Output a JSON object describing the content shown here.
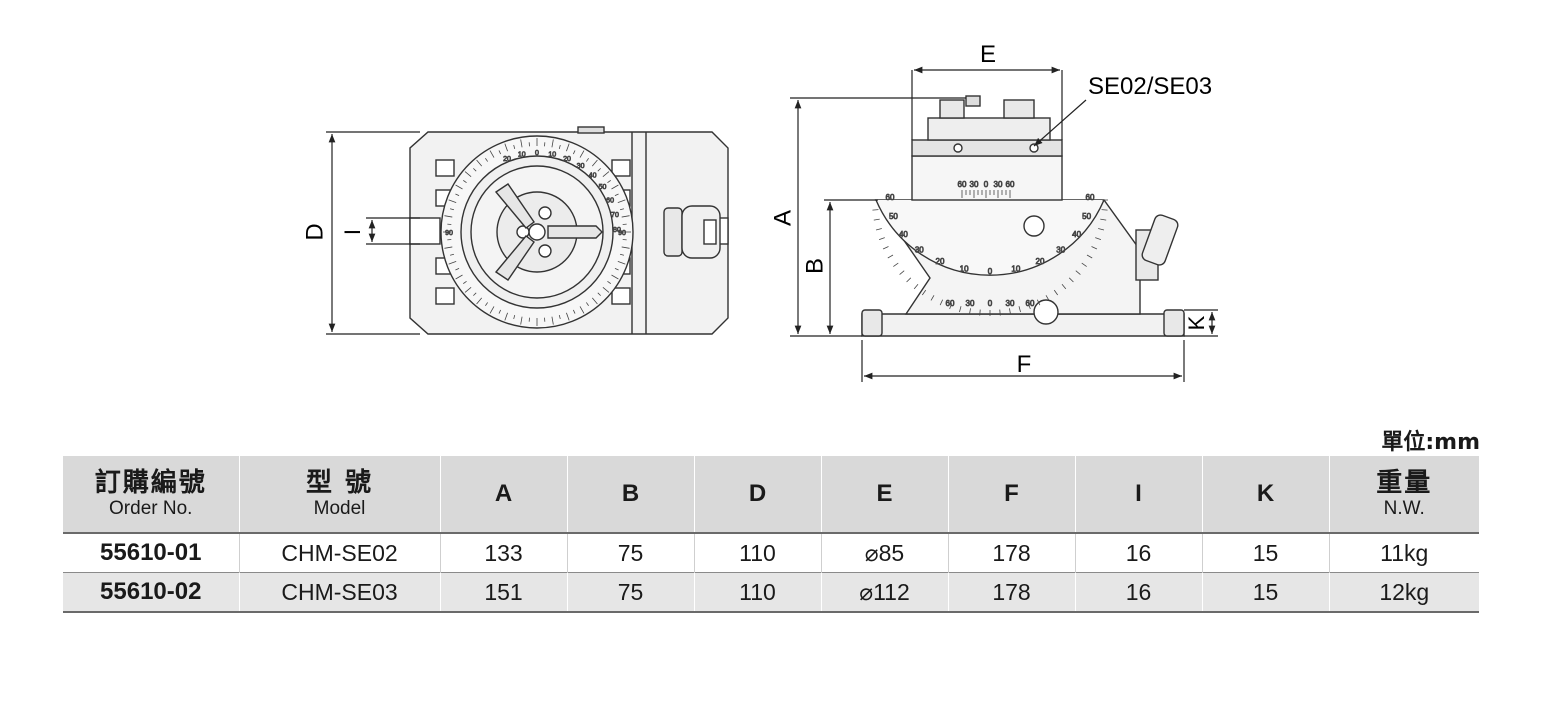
{
  "drawing": {
    "dimension_labels": {
      "A": "A",
      "B": "B",
      "D": "D",
      "E": "E",
      "F": "F",
      "I": "I",
      "K": "K"
    },
    "callout": "SE02/SE03",
    "dial_top": [
      "20",
      "10",
      "0",
      "10",
      "20",
      "30",
      "40",
      "50",
      "60",
      "70",
      "80"
    ],
    "dial_side": "90",
    "arc_scale": [
      "60",
      "50",
      "40",
      "30",
      "20",
      "10",
      "0",
      "10",
      "20",
      "30",
      "40",
      "50",
      "60"
    ],
    "arc_inner": [
      "60",
      "30",
      "0",
      "30",
      "60"
    ],
    "head_scale": [
      "60",
      "30",
      "0",
      "30",
      "60"
    ]
  },
  "unit_label": "單位:mm",
  "table": {
    "headers": [
      {
        "zh": "訂購編號",
        "en": "Order No."
      },
      {
        "zh": "型 號",
        "en": "Model"
      },
      {
        "letter": "A"
      },
      {
        "letter": "B"
      },
      {
        "letter": "D"
      },
      {
        "letter": "E"
      },
      {
        "letter": "F"
      },
      {
        "letter": "I"
      },
      {
        "letter": "K"
      },
      {
        "zh": "重量",
        "en": "N.W."
      }
    ],
    "rows": [
      [
        "55610-01",
        "CHM-SE02",
        "133",
        "75",
        "110",
        "⌀85",
        "178",
        "16",
        "15",
        "11kg"
      ],
      [
        "55610-02",
        "CHM-SE03",
        "151",
        "75",
        "110",
        "⌀112",
        "178",
        "16",
        "15",
        "12kg"
      ]
    ]
  }
}
